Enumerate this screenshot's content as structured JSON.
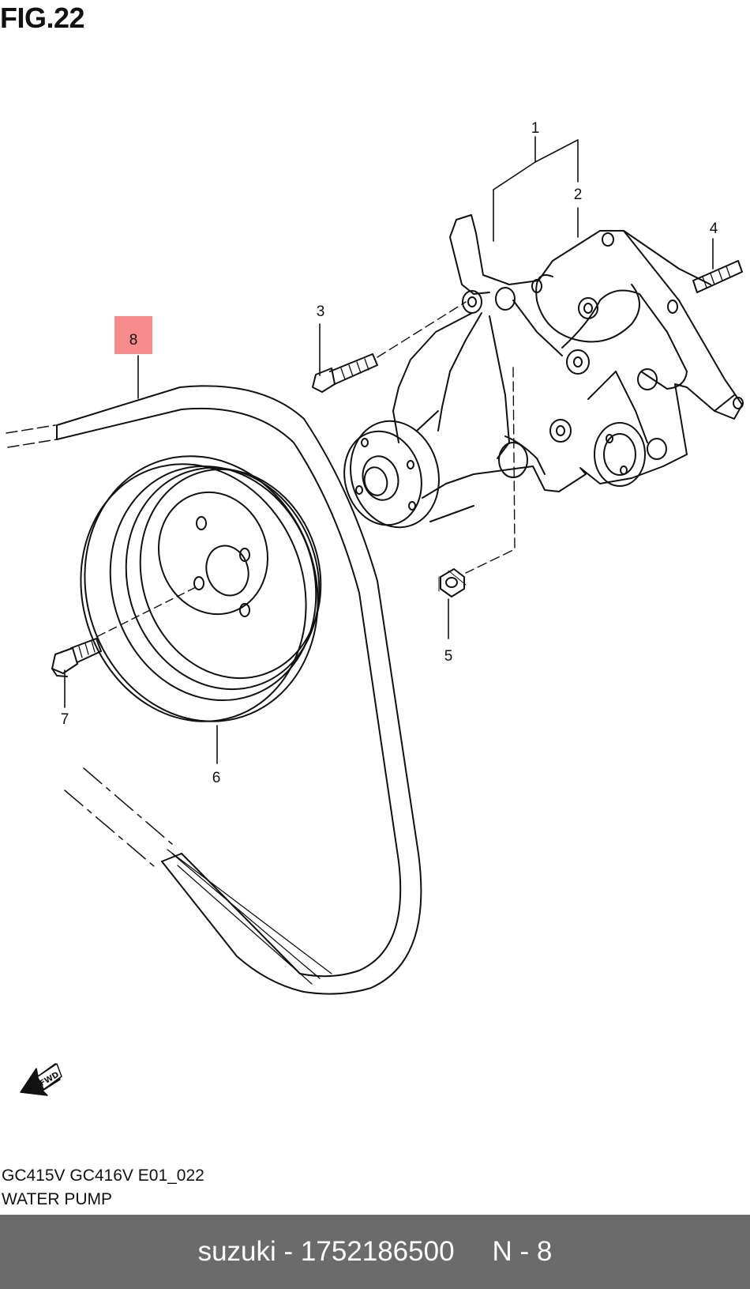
{
  "figure": {
    "title": "FIG.22"
  },
  "callouts": [
    {
      "id": "1",
      "label": "1"
    },
    {
      "id": "2",
      "label": "2"
    },
    {
      "id": "3",
      "label": "3"
    },
    {
      "id": "4",
      "label": "4"
    },
    {
      "id": "5",
      "label": "5"
    },
    {
      "id": "6",
      "label": "6"
    },
    {
      "id": "7",
      "label": "7"
    },
    {
      "id": "8",
      "label": "8",
      "highlighted": true,
      "highlight_color": "#f88b8b"
    }
  ],
  "fwd_indicator": {
    "label": "FWD"
  },
  "caption": {
    "model_code": "GC415V GC416V E01_022",
    "assembly_name": "WATER PUMP"
  },
  "footer": {
    "part_text": "suzuki - 1752186500",
    "position_text": "N - 8",
    "background": "#6b6b6b"
  }
}
